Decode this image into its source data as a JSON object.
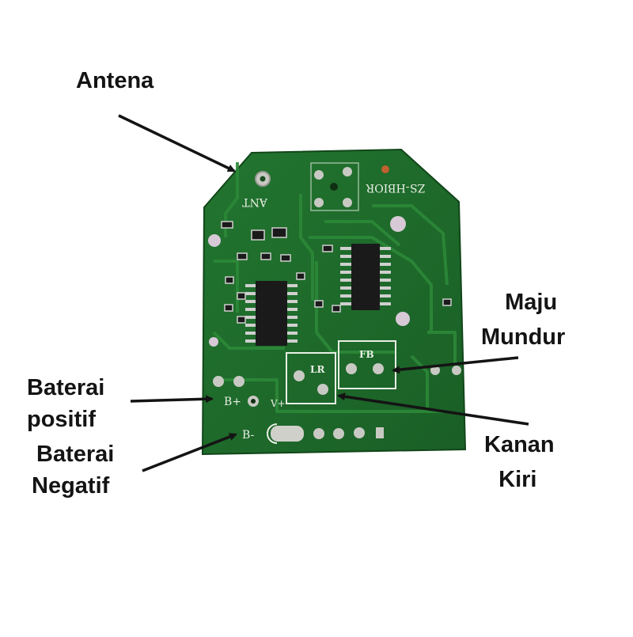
{
  "colors": {
    "background": "#ffffff",
    "board": "#1f6b2c",
    "board_dark": "#16561f",
    "trace": "#2e8a3a",
    "silkscreen": "#e9efe6",
    "pad": "#c9c9c4",
    "chip": "#1a1a1a",
    "chip_pin": "#cfcfcf",
    "mount_hole": "#d7c9d6",
    "arrow": "#141414",
    "label": "#141414"
  },
  "board": {
    "silkscreen": {
      "antenna": "ANT",
      "model": "ZS-HBIOR",
      "battery_plus": "B+",
      "battery_minus": "B-",
      "vplus": "V+",
      "lr": "LR",
      "fb": "FB"
    }
  },
  "callouts": {
    "antenna": "Antena",
    "battery_positive": [
      "Baterai",
      "positif"
    ],
    "battery_negative": [
      "Baterai",
      "Negatif"
    ],
    "forward_backward": [
      "Maju",
      "Mundur"
    ],
    "left_right": [
      "Kanan",
      "Kiri"
    ]
  }
}
